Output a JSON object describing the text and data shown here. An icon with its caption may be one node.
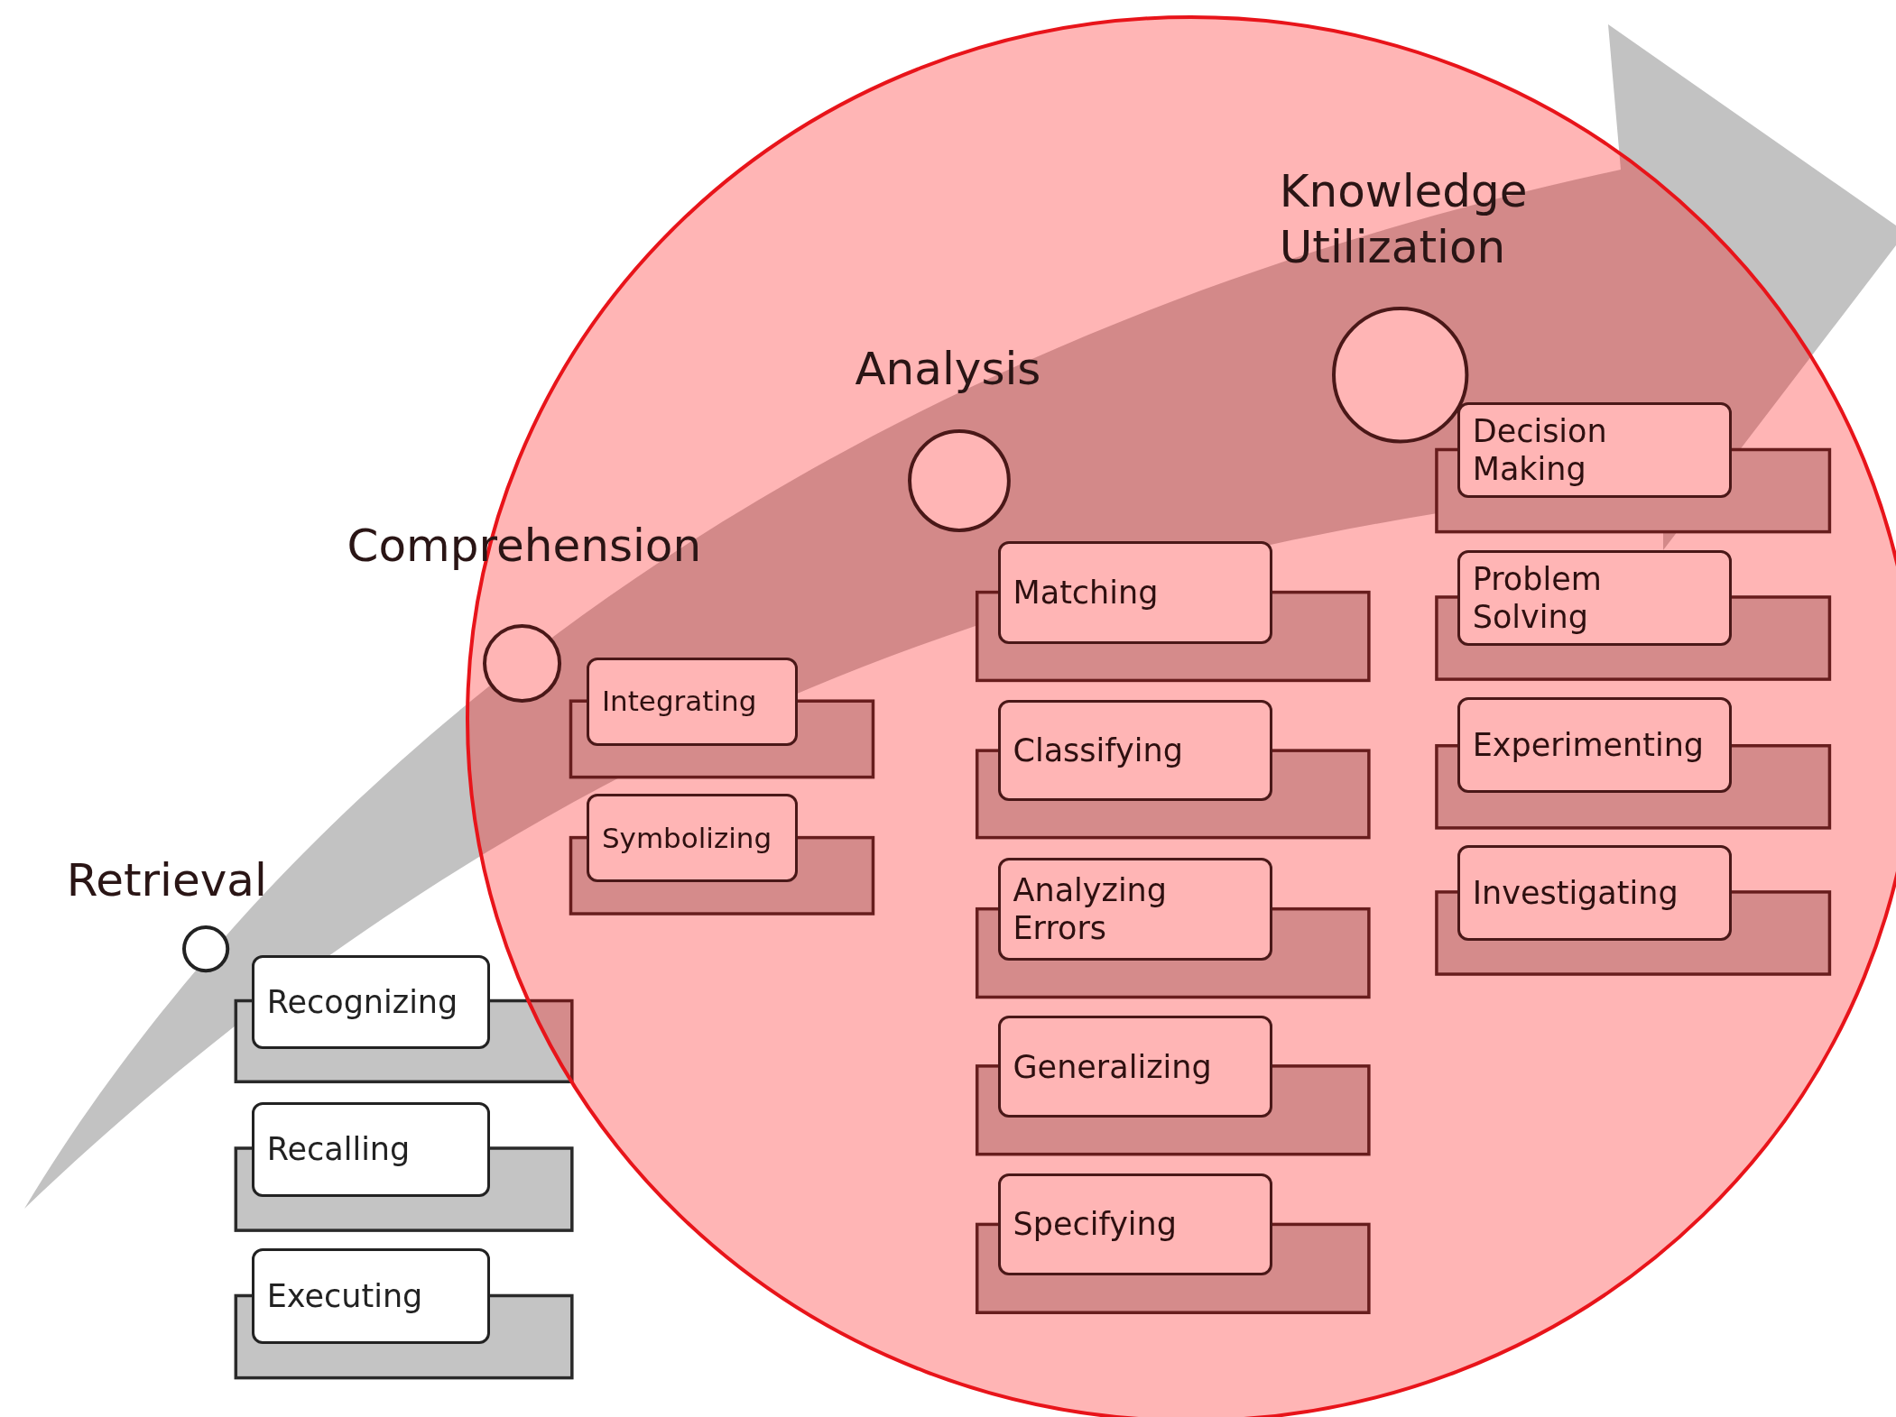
{
  "diagram": {
    "nodes": [
      {
        "text": [
          "Retrieval"
        ]
      },
      {
        "text": [
          "Recognizing"
        ]
      },
      {
        "text": [
          "Recalling"
        ]
      },
      {
        "text": [
          "Executing"
        ]
      },
      {
        "text": [
          "Comprehension"
        ]
      },
      {
        "text": [
          "Integrating"
        ]
      },
      {
        "text": [
          "Symbolizing"
        ]
      },
      {
        "text": [
          "Analysis"
        ]
      },
      {
        "text": [
          "Matching"
        ]
      },
      {
        "text": [
          "Classifying"
        ]
      },
      {
        "text": [
          "Analyzing Errors"
        ]
      },
      {
        "text": [
          "Generalizing"
        ]
      },
      {
        "text": [
          "Specifying"
        ]
      },
      {
        "text": [
          "Knowledge Utilization"
        ]
      },
      {
        "text": [
          "Decision Making"
        ]
      },
      {
        "text": [
          "Problem Solving"
        ]
      },
      {
        "text": [
          "Experimenting"
        ]
      },
      {
        "text": [
          "Investigating"
        ]
      }
    ]
  }
}
